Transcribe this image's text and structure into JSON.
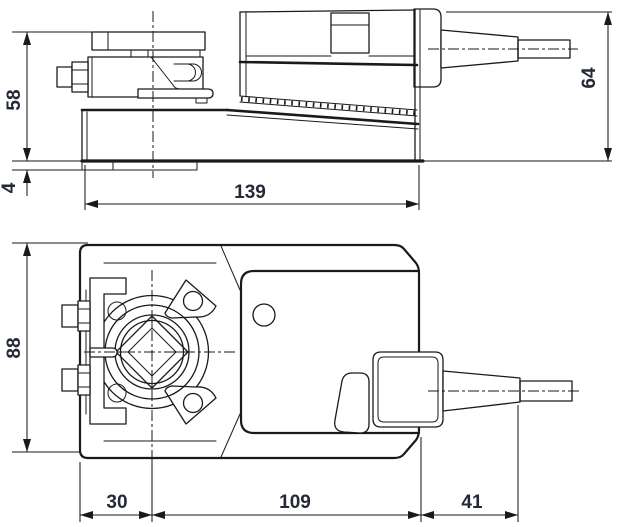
{
  "drawing": {
    "description": "Rotary actuator dimension drawing, side view and top view",
    "units_note": "",
    "colors": {
      "line": "#1a1a1a",
      "dim_text": "#242936",
      "background": "#ffffff"
    },
    "dims": {
      "side": {
        "height": "58",
        "foot": "4",
        "length": "139",
        "gland_height": "64"
      },
      "top": {
        "width": "88",
        "shaft_offset": "30",
        "body_length": "109",
        "gland_length": "41"
      }
    }
  }
}
